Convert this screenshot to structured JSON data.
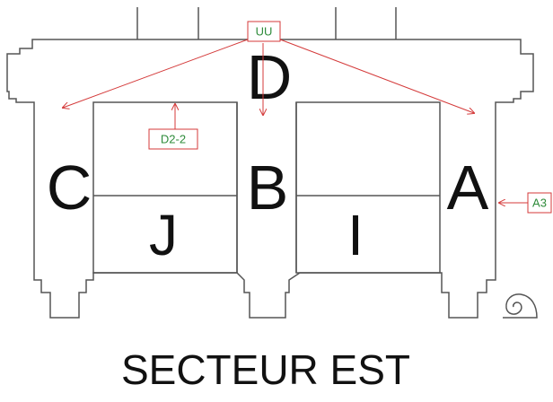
{
  "title": "SECTEUR EST",
  "sectors": {
    "a": "A",
    "b": "B",
    "c": "C",
    "d": "D",
    "i": "I",
    "j": "J"
  },
  "callouts": {
    "uu": "UU",
    "d2_2": "D2-2",
    "a3": "A3"
  },
  "colors": {
    "wall": "#555555",
    "callout_border": "#d43a3a",
    "callout_text": "#2e8b3a",
    "text": "#111111"
  },
  "icons": {
    "compass": "snail-icon"
  }
}
